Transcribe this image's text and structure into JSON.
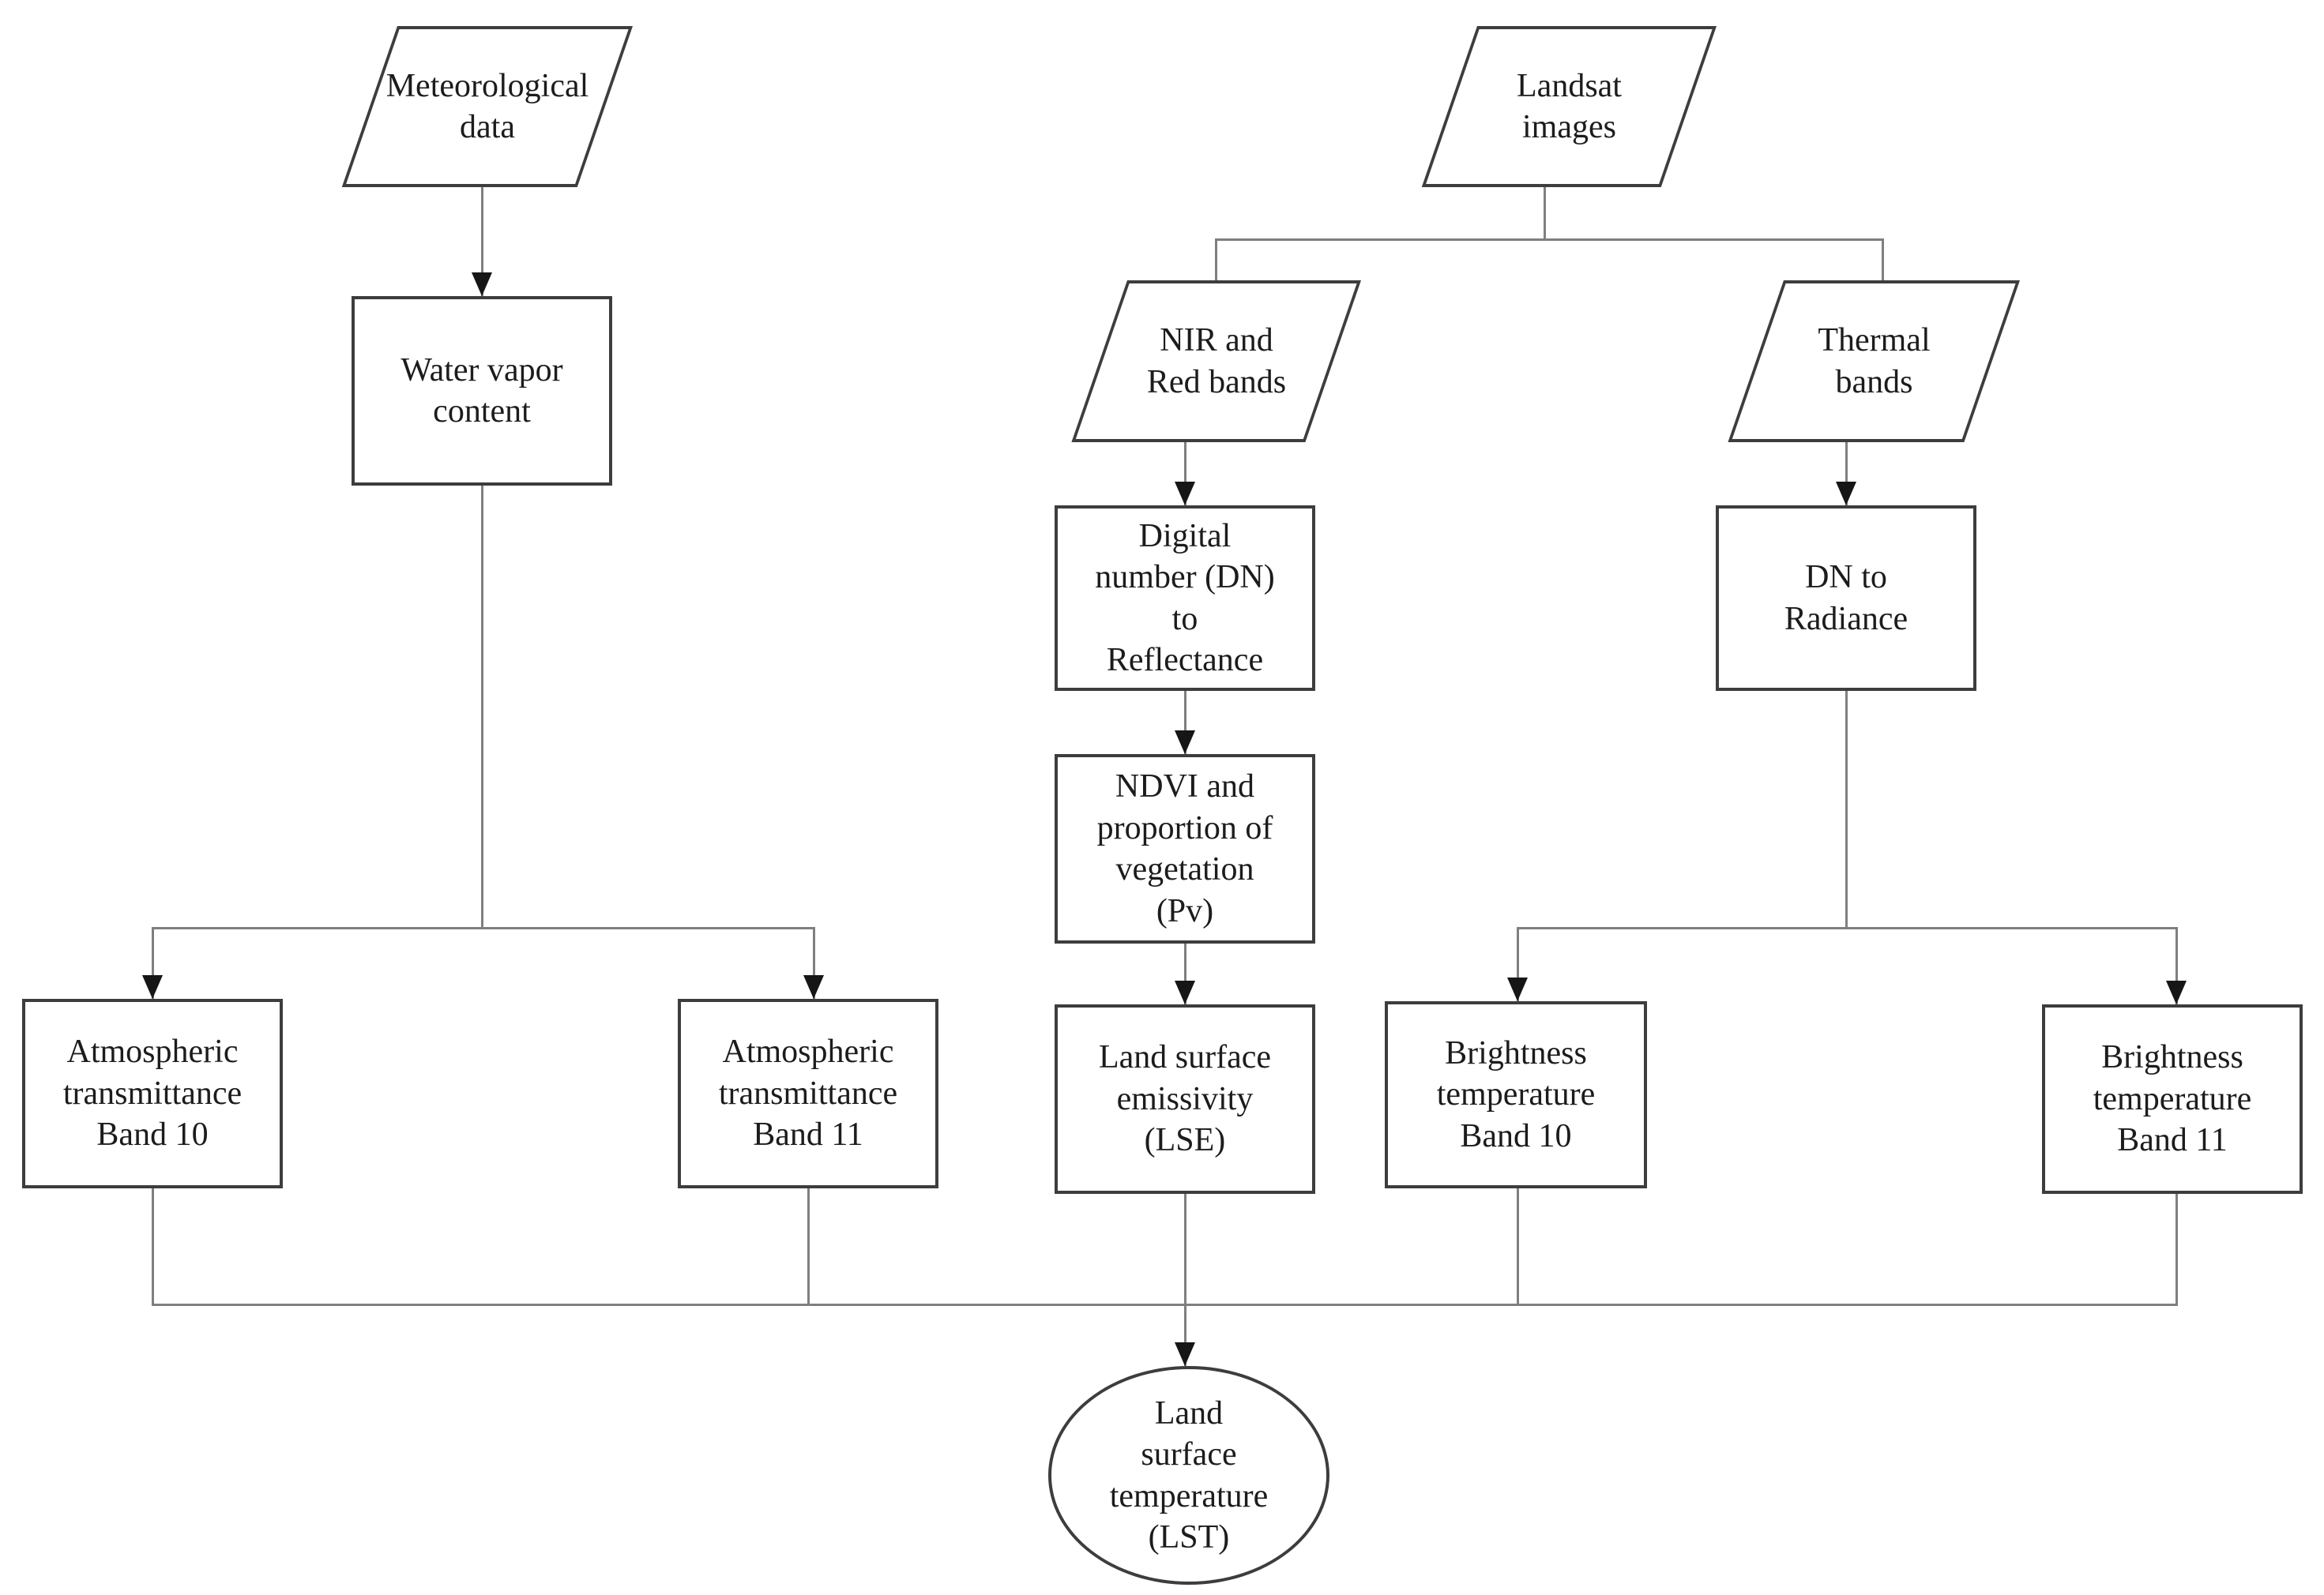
{
  "diagram_type": "flowchart",
  "colors": {
    "background": "#ffffff",
    "node_border": "#3d3d3d",
    "connector": "#7f7f7f",
    "arrowhead": "#161616",
    "text": "#1c1c1c"
  },
  "nodes": {
    "meteorological_data": {
      "label": "Meteorological\ndata",
      "shape": "parallelogram"
    },
    "landsat_images": {
      "label": "Landsat\nimages",
      "shape": "parallelogram"
    },
    "nir_red_bands": {
      "label": "NIR and\nRed bands",
      "shape": "parallelogram"
    },
    "thermal_bands": {
      "label": "Thermal\nbands",
      "shape": "parallelogram"
    },
    "water_vapor": {
      "label": "Water vapor\ncontent",
      "shape": "rectangle"
    },
    "dn_to_reflectance": {
      "label": "Digital\nnumber (DN)\nto\nReflectance",
      "shape": "rectangle"
    },
    "dn_to_radiance": {
      "label": "DN to\nRadiance",
      "shape": "rectangle"
    },
    "ndvi_pv": {
      "label": "NDVI and\nproportion of\nvegetation\n(Pv)",
      "shape": "rectangle"
    },
    "lse": {
      "label": "Land surface\nemissivity\n(LSE)",
      "shape": "rectangle"
    },
    "atm_trans_b10": {
      "label": "Atmospheric\ntransmittance\nBand 10",
      "shape": "rectangle"
    },
    "atm_trans_b11": {
      "label": "Atmospheric\ntransmittance\nBand 11",
      "shape": "rectangle"
    },
    "bt_b10": {
      "label": "Brightness\ntemperature\nBand 10",
      "shape": "rectangle"
    },
    "bt_b11": {
      "label": "Brightness\ntemperature\nBand 11",
      "shape": "rectangle"
    },
    "lst": {
      "label": "Land\nsurface\ntemperature\n(LST)",
      "shape": "ellipse"
    }
  },
  "edges": [
    {
      "from": "meteorological_data",
      "to": "water_vapor"
    },
    {
      "from": "landsat_images",
      "to": "nir_red_bands"
    },
    {
      "from": "landsat_images",
      "to": "thermal_bands"
    },
    {
      "from": "nir_red_bands",
      "to": "dn_to_reflectance"
    },
    {
      "from": "dn_to_reflectance",
      "to": "ndvi_pv"
    },
    {
      "from": "ndvi_pv",
      "to": "lse"
    },
    {
      "from": "thermal_bands",
      "to": "dn_to_radiance"
    },
    {
      "from": "water_vapor",
      "to": "atm_trans_b10"
    },
    {
      "from": "water_vapor",
      "to": "atm_trans_b11"
    },
    {
      "from": "dn_to_radiance",
      "to": "bt_b10"
    },
    {
      "from": "dn_to_radiance",
      "to": "bt_b11"
    },
    {
      "from": "atm_trans_b10",
      "to": "lst"
    },
    {
      "from": "atm_trans_b11",
      "to": "lst"
    },
    {
      "from": "lse",
      "to": "lst"
    },
    {
      "from": "bt_b10",
      "to": "lst"
    },
    {
      "from": "bt_b11",
      "to": "lst"
    }
  ]
}
